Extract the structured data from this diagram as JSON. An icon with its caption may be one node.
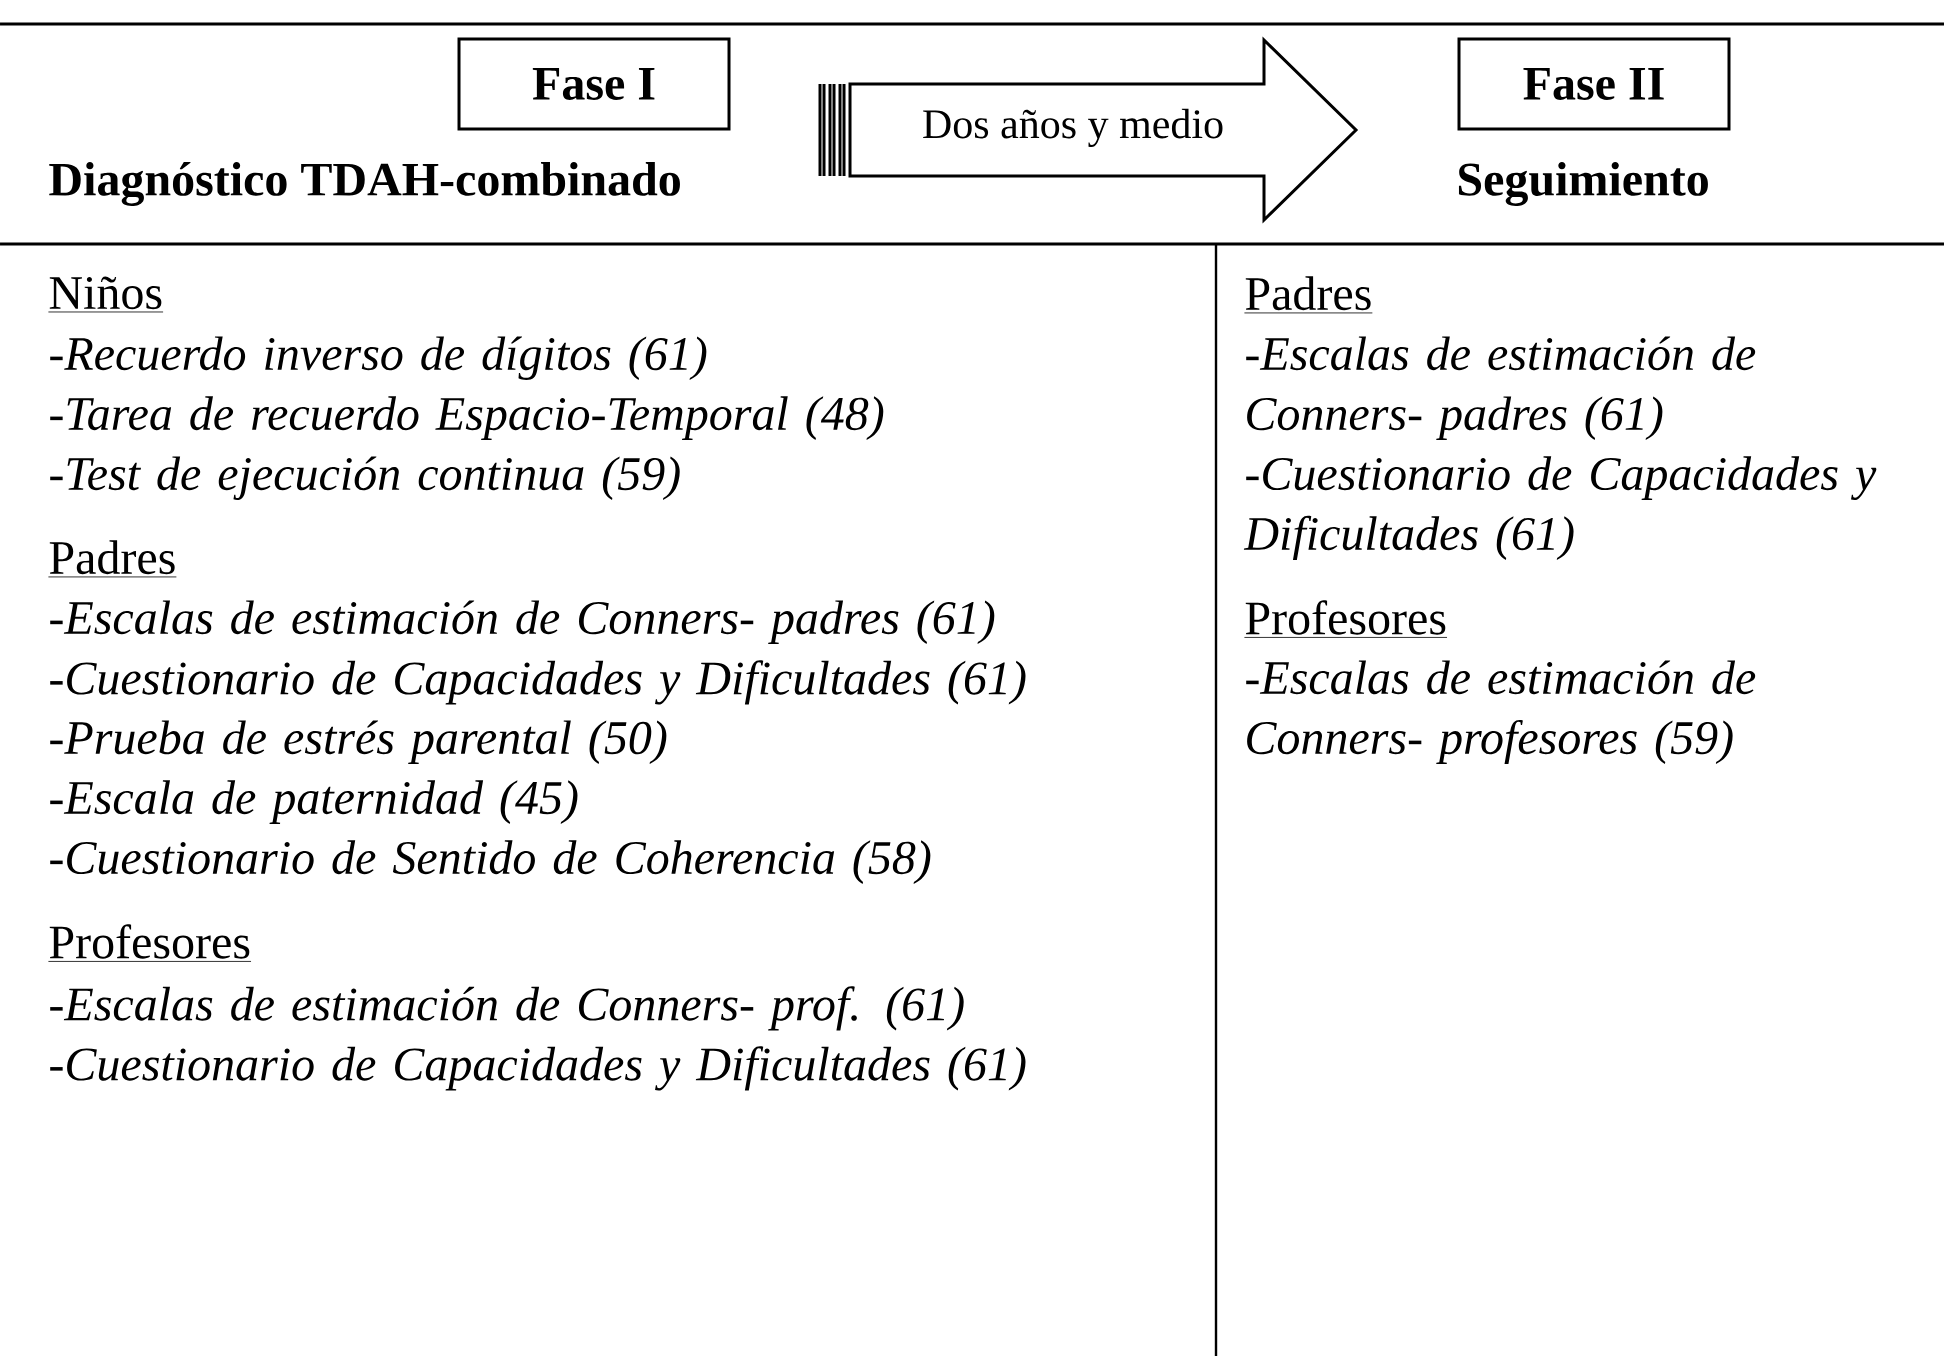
{
  "diagram": {
    "nodes": [
      {
        "text": [
          "Fase I",
          "Diagnóstico TDAH-combinado"
        ]
      },
      {
        "text": [
          "Dos años y medio"
        ]
      },
      {
        "text": [
          "Fase II",
          "Seguimiento"
        ]
      }
    ],
    "labels": [
      "Niños",
      "-Recuerdo inverso de dígitos (61)",
      "-Tarea de recuerdo Espacio-Temporal (48)",
      "-Test de ejecución continua (59)",
      "Padres",
      "-Escalas de estimación de Conners- padres (61)",
      "-Cuestionario de Capacidades y Dificultades (61)",
      "-Prueba de estrés parental (50)",
      "-Escala de paternidad (45)",
      "-Cuestionario de Sentido de Coherencia (58)",
      "Profesores",
      "-Escalas de estimación de Conners- prof. (61)",
      "-Cuestionario de Capacidades y Dificultades (61)",
      "Padres",
      "-Escalas de estimación de Conners- padres (61)",
      "-Cuestionario de Capacidades y Dificultades (61)",
      "Profesores",
      "-Escalas de estimación de Conners- profesores (59)"
    ]
  }
}
